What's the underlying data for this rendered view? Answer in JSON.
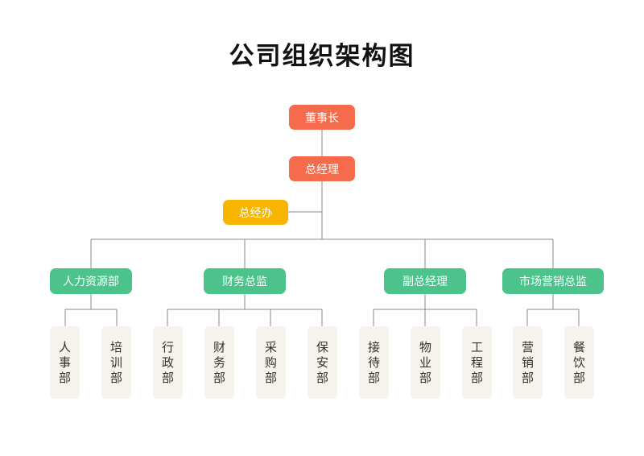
{
  "title": "公司组织架构图",
  "top": {
    "chairman": "董事长",
    "gm": "总经理",
    "gm_office": "总经办"
  },
  "departments": [
    {
      "label": "人力资源部",
      "children": [
        "人事部",
        "培训部"
      ]
    },
    {
      "label": "财务总监",
      "children": [
        "行政部",
        "财务部",
        "采购部",
        "保安部"
      ]
    },
    {
      "label": "副总经理",
      "children": [
        "接待部",
        "物业部",
        "工程部"
      ]
    },
    {
      "label": "市场营销总监",
      "children": [
        "营销部",
        "餐饮部"
      ]
    }
  ],
  "colors": {
    "top": "#f56b4c",
    "office": "#f7b500",
    "department": "#4cc38a",
    "leaf": "#f6f2ec",
    "line": "#888888"
  }
}
